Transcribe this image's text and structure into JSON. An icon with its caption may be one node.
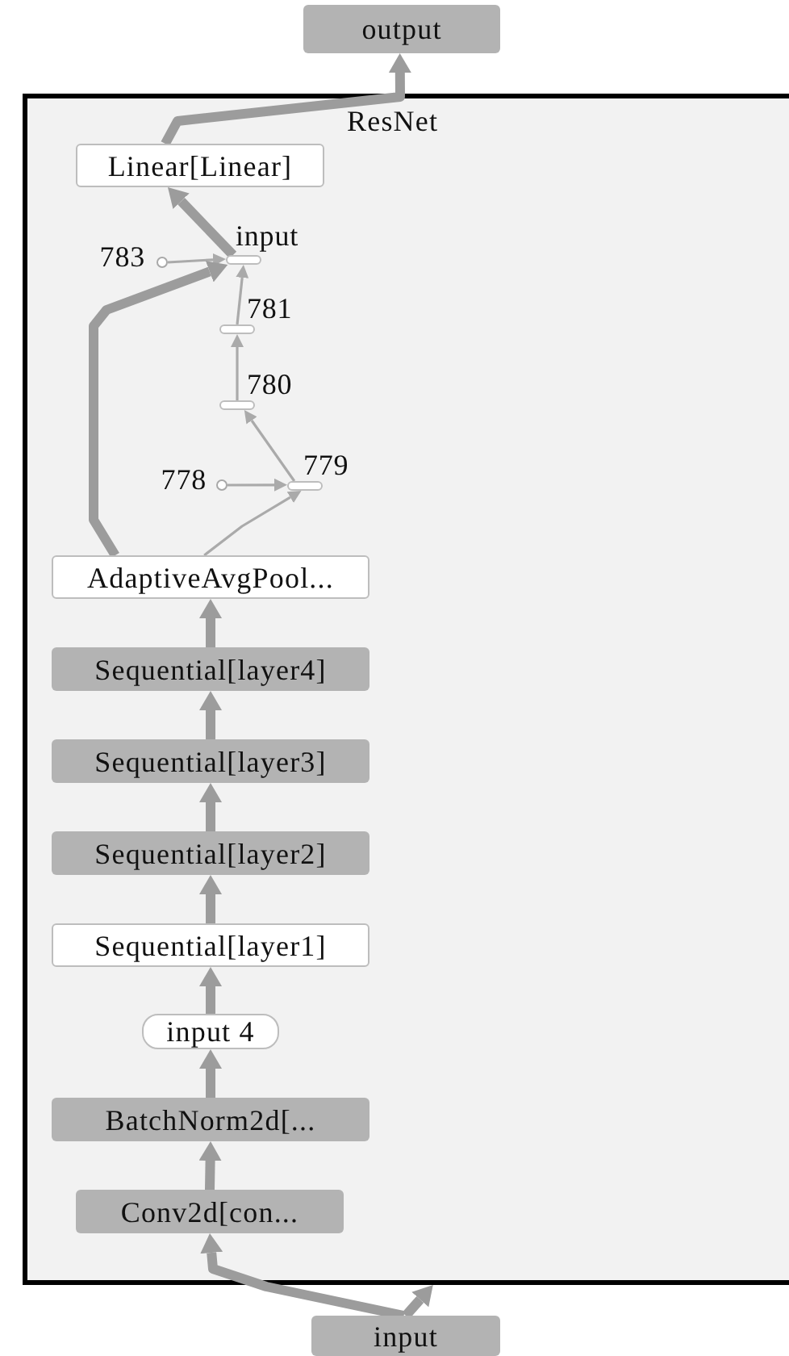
{
  "diagram": {
    "nodes": [
      {
        "text": [
          "output"
        ]
      },
      {
        "text": [
          "ResNet"
        ]
      },
      {
        "text": [
          "Linear[Linear]"
        ],
        "in": 1
      },
      {
        "text": [],
        "shape": "bar",
        "in": 1,
        "beside": [
          "input"
        ]
      },
      {
        "text": [],
        "shape": "circle",
        "in": 1,
        "beside": [
          "783"
        ]
      },
      {
        "text": [],
        "shape": "bar",
        "in": 1,
        "beside": [
          "781"
        ]
      },
      {
        "text": [],
        "shape": "bar",
        "in": 1,
        "beside": [
          "780"
        ]
      },
      {
        "text": [],
        "shape": "bar",
        "in": 1,
        "beside": [
          "779"
        ]
      },
      {
        "text": [],
        "shape": "circle",
        "in": 1,
        "beside": [
          "778"
        ]
      },
      {
        "text": [
          "AdaptiveAvgPool..."
        ],
        "in": 1
      },
      {
        "text": [
          "Sequential[layer4]"
        ],
        "in": 1
      },
      {
        "text": [
          "Sequential[layer3]"
        ],
        "in": 1
      },
      {
        "text": [
          "Sequential[layer2]"
        ],
        "in": 1
      },
      {
        "text": [
          "Sequential[layer1]"
        ],
        "in": 1
      },
      {
        "text": [
          "input 4"
        ],
        "in": 1
      },
      {
        "text": [
          "BatchNorm2d[..."
        ],
        "in": 1
      },
      {
        "text": [
          "Conv2d[con..."
        ],
        "in": 1
      },
      {
        "text": [
          "input"
        ]
      }
    ],
    "edges": [
      {
        "from": 2,
        "to": 0,
        "arrow": "to"
      },
      {
        "from": 3,
        "to": 2,
        "arrow": "to"
      },
      {
        "from": 4,
        "to": 3,
        "arrow": "to",
        "color": "#aaaaaa"
      },
      {
        "from": 5,
        "to": 3,
        "arrow": "to",
        "color": "#aaaaaa"
      },
      {
        "from": 9,
        "to": 3,
        "arrow": "to"
      },
      {
        "from": 6,
        "to": 5,
        "arrow": "to",
        "color": "#aaaaaa"
      },
      {
        "from": 7,
        "to": 6,
        "arrow": "to",
        "color": "#aaaaaa"
      },
      {
        "from": 8,
        "to": 7,
        "arrow": "to",
        "color": "#aaaaaa"
      },
      {
        "from": 9,
        "to": 7,
        "arrow": "to",
        "color": "#aaaaaa"
      },
      {
        "from": 10,
        "to": 9,
        "arrow": "to"
      },
      {
        "from": 11,
        "to": 10,
        "arrow": "to"
      },
      {
        "from": 12,
        "to": 11,
        "arrow": "to"
      },
      {
        "from": 13,
        "to": 12,
        "arrow": "to"
      },
      {
        "from": 14,
        "to": 13,
        "arrow": "to"
      },
      {
        "from": 15,
        "to": 14,
        "arrow": "to"
      },
      {
        "from": 16,
        "to": 15,
        "arrow": "to"
      },
      {
        "from": 17,
        "to": 16,
        "arrow": "to"
      },
      {
        "from": 17,
        "to": 1,
        "arrow": "to"
      }
    ]
  }
}
